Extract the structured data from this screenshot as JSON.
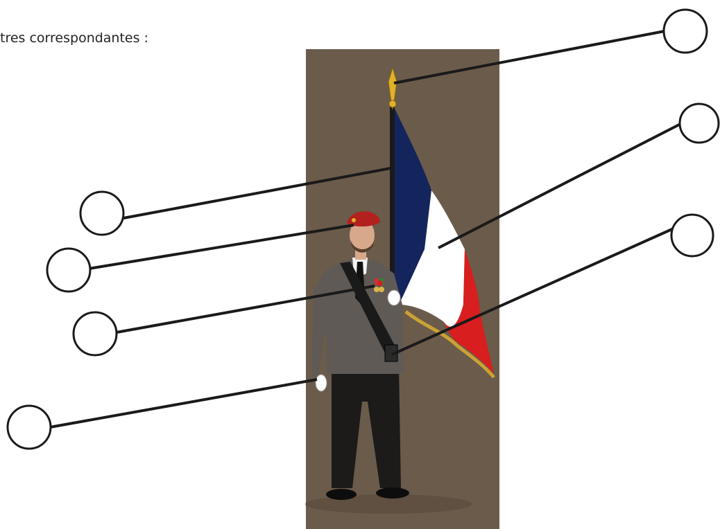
{
  "instruction_text": "tres correspondantes :",
  "colors": {
    "background_panel": "#6b5b4b",
    "flag_blue": "#14245c",
    "flag_white": "#ffffff",
    "flag_red": "#d81e1e",
    "finial_gold": "#e2b12a",
    "beret_red": "#b3211e",
    "jacket": "#5f5a55",
    "trousers": "#1c1b1a",
    "leader_line": "#1a1a1a"
  },
  "labels": [
    {
      "id": "finial",
      "target": "flagpole-finial",
      "letter": ""
    },
    {
      "id": "flag",
      "target": "tricolor-flag",
      "letter": ""
    },
    {
      "id": "pole",
      "target": "flagpole",
      "letter": ""
    },
    {
      "id": "beret",
      "target": "red-beret",
      "letter": ""
    },
    {
      "id": "medals",
      "target": "medals",
      "letter": ""
    },
    {
      "id": "baldric",
      "target": "baldric-cup",
      "letter": ""
    },
    {
      "id": "gloves",
      "target": "white-glove",
      "letter": ""
    }
  ]
}
